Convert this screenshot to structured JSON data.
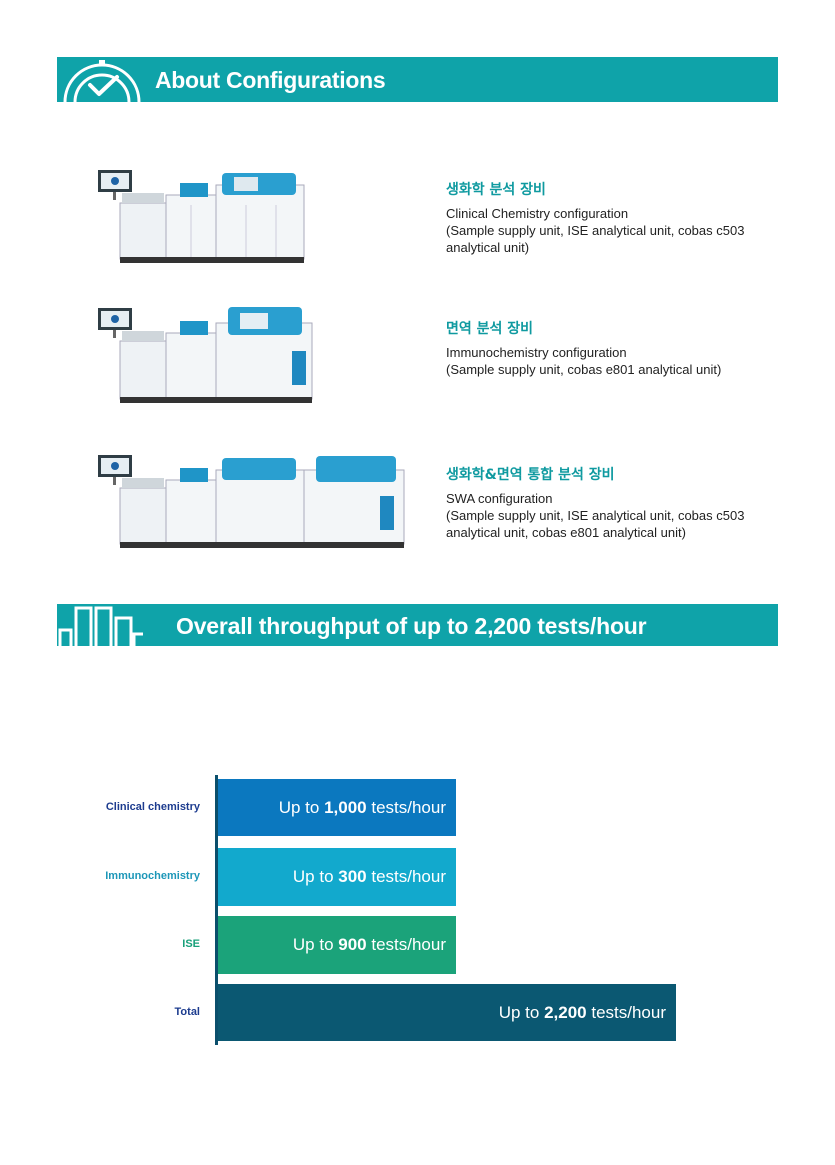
{
  "section1": {
    "title": "About Configurations",
    "icon": "clock-check-icon",
    "configs": [
      {
        "ko": "생화학 분석 장비",
        "en": "Clinical Chemistry configuration",
        "desc": "(Sample supply unit, ISE analytical unit, cobas c503 analytical unit)"
      },
      {
        "ko": "면역 분석 장비",
        "en": "Immunochemistry configuration",
        "desc": "(Sample supply unit, cobas e801 analytical unit)"
      },
      {
        "ko": "생화학&면역 통합 분석 장비",
        "en": "SWA configuration",
        "desc": "(Sample supply unit, ISE analytical unit, cobas c503 analytical unit, cobas e801 analytical unit)"
      }
    ]
  },
  "section2": {
    "title": "Overall throughput of up to 2,200 tests/hour",
    "icon": "throughput-bars-icon"
  },
  "chart_data": {
    "type": "bar",
    "orientation": "horizontal",
    "categories": [
      "Clinical chemistry",
      "Immunochemistry",
      "ISE",
      "Total"
    ],
    "values": [
      1000,
      300,
      900,
      2200
    ],
    "value_prefix": "Up to ",
    "value_labels": [
      "1,000",
      "300",
      "900",
      "2,200"
    ],
    "value_suffix": " tests/hour",
    "colors": [
      "#0b78bf",
      "#12a9cd",
      "#1ba37a",
      "#0b5872"
    ],
    "label_colors": [
      "#1d3c8f",
      "#1d97b8",
      "#18a07a",
      "#1d3c8f"
    ]
  },
  "colors": {
    "banner": "#0fa3a9",
    "korean_heading": "#0f9aa0"
  }
}
